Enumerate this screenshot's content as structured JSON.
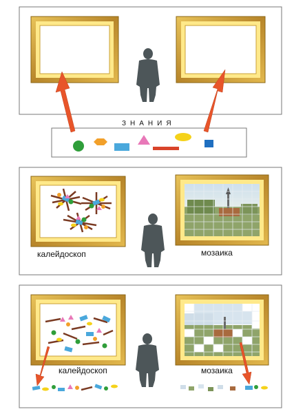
{
  "panel1": {
    "heading": "ЗНАНИЯ"
  },
  "panel2": {
    "left_label": "калейдоскоп",
    "right_label": "мозаика"
  },
  "panel3": {
    "left_label": "калейдоскоп",
    "right_label": "мозаика"
  },
  "colors": {
    "frame_gold": "#c9a037",
    "frame_dark": "#8a6414",
    "mat": "#ffe98a",
    "arrow": "#e8552a",
    "person": "#4d5659",
    "shape_green": "#2f9e3a",
    "shape_orange": "#f2a02a",
    "shape_blue": "#4aa8dc",
    "shape_pink": "#e878b8",
    "shape_red": "#d9442a",
    "shape_yellow": "#f5d21a",
    "shape_navy": "#1f6fc0",
    "stick_brown": "#7a3a22"
  },
  "icons": [
    "person-silhouette",
    "arrow-icon",
    "knowledge-shapes"
  ]
}
